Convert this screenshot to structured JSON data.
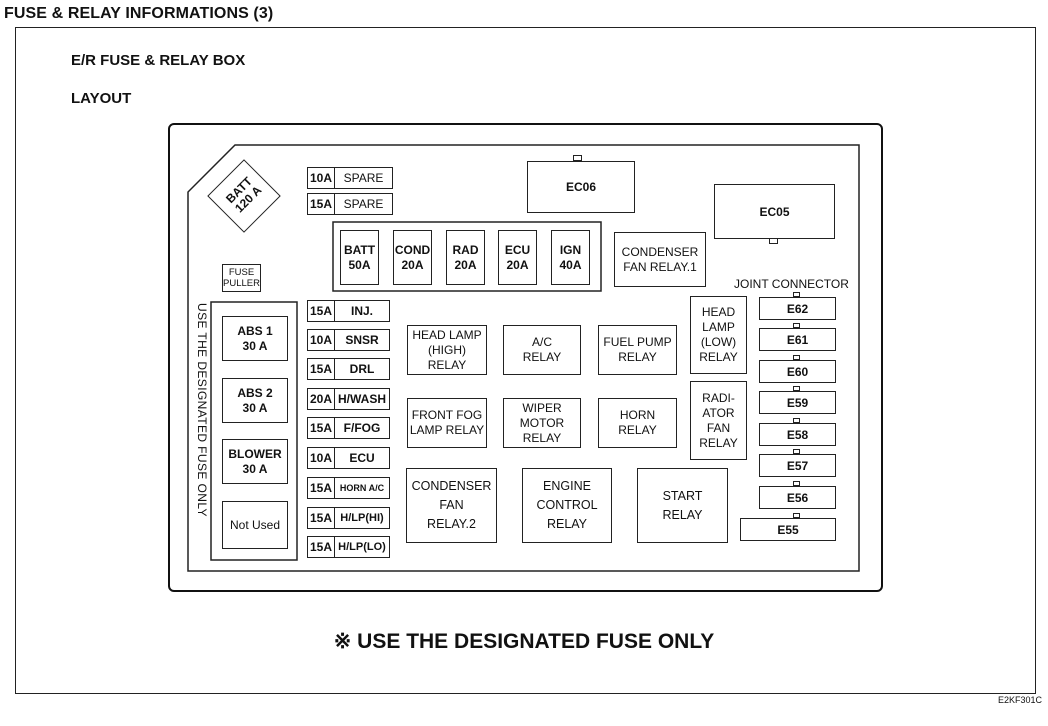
{
  "header": {
    "title": "FUSE & RELAY INFORMATIONS (3)",
    "subtitle": "E/R FUSE & RELAY BOX",
    "section": "LAYOUT"
  },
  "fuse_box": {
    "batt_main": "BATT\n120 A",
    "fuse_puller": "FUSE\nPULLER",
    "side_note": "USE THE DESIGNATED FUSE ONLY",
    "spares": [
      {
        "amp": "10A",
        "name": "SPARE"
      },
      {
        "amp": "15A",
        "name": "SPARE"
      }
    ],
    "main_fuses": [
      {
        "name": "BATT",
        "amp": "50A"
      },
      {
        "name": "COND",
        "amp": "20A"
      },
      {
        "name": "RAD",
        "amp": "20A"
      },
      {
        "name": "ECU",
        "amp": "20A"
      },
      {
        "name": "IGN",
        "amp": "40A"
      }
    ],
    "large_fuses": [
      {
        "name": "ABS 1",
        "amp": "30 A"
      },
      {
        "name": "ABS 2",
        "amp": "30 A"
      },
      {
        "name": "BLOWER",
        "amp": "30 A"
      },
      {
        "name": "Not Used",
        "amp": ""
      }
    ],
    "mini_fuses": [
      {
        "amp": "15A",
        "name": "INJ."
      },
      {
        "amp": "10A",
        "name": "SNSR"
      },
      {
        "amp": "15A",
        "name": "DRL"
      },
      {
        "amp": "20A",
        "name": "H/WASH"
      },
      {
        "amp": "15A",
        "name": "F/FOG"
      },
      {
        "amp": "10A",
        "name": "ECU"
      },
      {
        "amp": "15A",
        "name": "HORN A/C"
      },
      {
        "amp": "15A",
        "name": "H/LP(HI)"
      },
      {
        "amp": "15A",
        "name": "H/LP(LO)"
      }
    ],
    "relays": {
      "condenser_fan_1": "CONDENSER\nFAN RELAY.1",
      "head_lamp_high": "HEAD LAMP\n(HIGH) RELAY",
      "ac": "A/C\nRELAY",
      "fuel_pump": "FUEL PUMP\nRELAY",
      "head_lamp_low": "HEAD\nLAMP\n(LOW)\nRELAY",
      "front_fog": "FRONT FOG\nLAMP RELAY",
      "wiper_motor": "WIPER\nMOTOR\nRELAY",
      "horn": "HORN\nRELAY",
      "radiator_fan": "RADI-\nATOR\nFAN\nRELAY",
      "condenser_fan_2": "CONDENSER\nFAN\nRELAY.2",
      "engine_control": "ENGINE\nCONTROL\nRELAY",
      "start": "START\nRELAY"
    },
    "connectors": {
      "ec06": "EC06",
      "ec05": "EC05",
      "joint_label": "JOINT CONNECTOR",
      "joints": [
        "E62",
        "E61",
        "E60",
        "E59",
        "E58",
        "E57",
        "E56",
        "E55"
      ]
    }
  },
  "footer": {
    "note": "※ USE THE DESIGNATED FUSE ONLY",
    "figure_id": "E2KF301C"
  }
}
